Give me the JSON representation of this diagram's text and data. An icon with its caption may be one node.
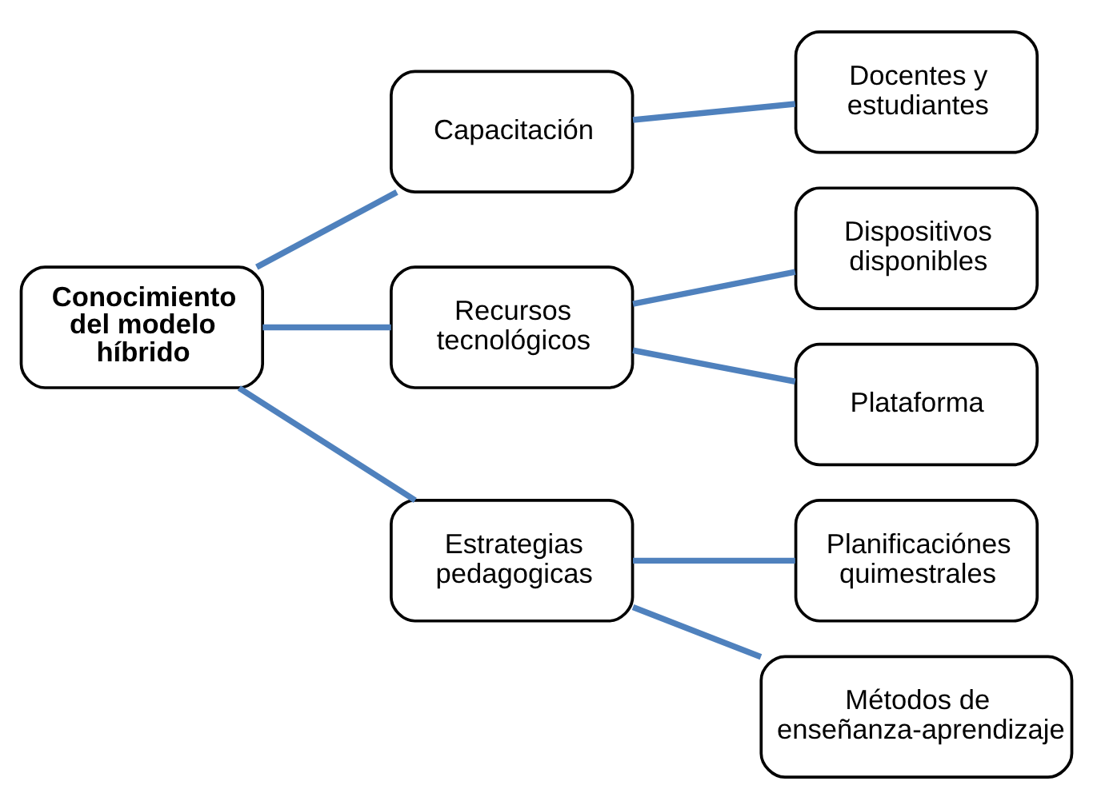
{
  "diagram": {
    "nodes": [
      {
        "text": [
          "Conocimiento del modelo híbrido"
        ]
      },
      {
        "text": [
          "Capacitación"
        ]
      },
      {
        "text": [
          "Docentes y estudiantes"
        ]
      },
      {
        "text": [
          "Recursos tecnológicos"
        ]
      },
      {
        "text": [
          "Dispositivos disponibles"
        ]
      },
      {
        "text": [
          "Plataforma"
        ]
      },
      {
        "text": [
          "Estrategias pedagogicas"
        ]
      },
      {
        "text": [
          "Planificaciónes quimestrales"
        ]
      },
      {
        "text": [
          "Métodos de enseñanza-aprendizaje"
        ]
      }
    ],
    "edges": [
      {
        "from": 0,
        "to": 1,
        "arrow": "none"
      },
      {
        "from": 0,
        "to": 3,
        "arrow": "none"
      },
      {
        "from": 0,
        "to": 6,
        "arrow": "none"
      },
      {
        "from": 1,
        "to": 2,
        "arrow": "none"
      },
      {
        "from": 3,
        "to": 4,
        "arrow": "none"
      },
      {
        "from": 3,
        "to": 5,
        "arrow": "none"
      },
      {
        "from": 6,
        "to": 7,
        "arrow": "none"
      },
      {
        "from": 6,
        "to": 8,
        "arrow": "none"
      }
    ]
  }
}
